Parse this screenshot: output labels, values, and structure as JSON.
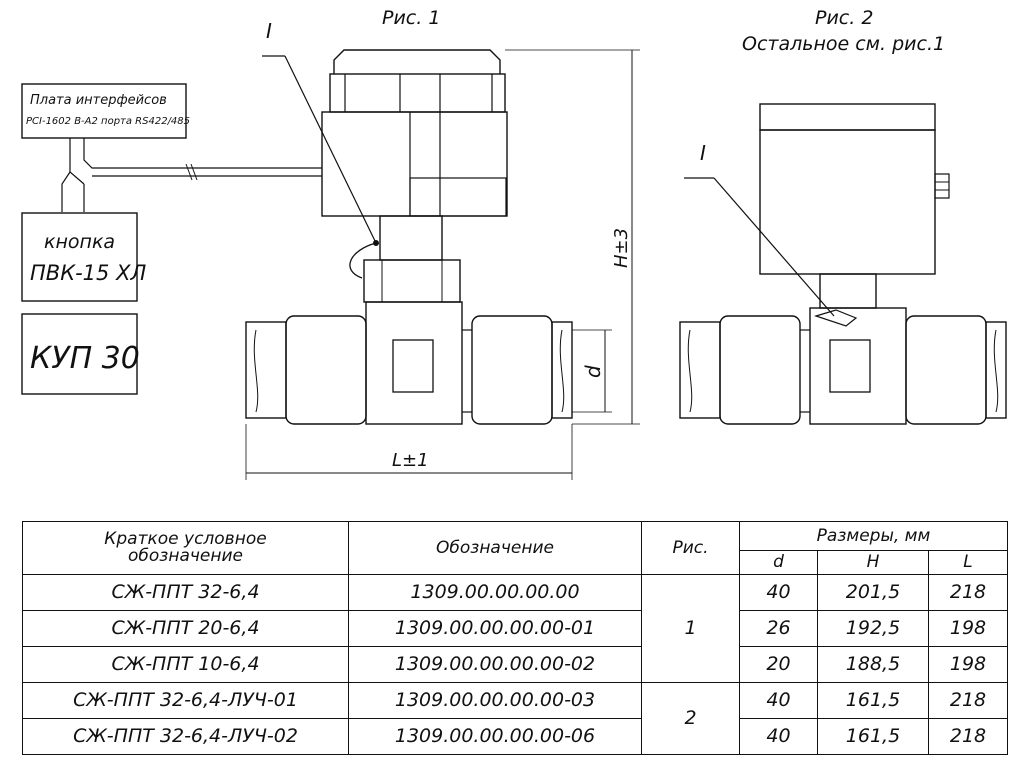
{
  "fig1": {
    "caption": "Рис. 1",
    "callout": "I",
    "interface_board_line1": "Плата интерфейсов",
    "interface_board_line2": "РСI-1602 В-А2 порта RS422/485",
    "button_line1": "кнопка",
    "button_line2": "ПВК-15 ХЛ",
    "kup": "КУП 30",
    "dim_h": "H±3",
    "dim_d": "d",
    "dim_l": "L±1"
  },
  "fig2": {
    "caption_line1": "Рис. 2",
    "caption_line2": "Остальное см. рис.1",
    "callout": "I"
  },
  "table": {
    "headers": {
      "short_name_line1": "Краткое условное",
      "short_name_line2": "обозначение",
      "designation": "Обозначение",
      "fig": "Рис.",
      "dimensions": "Размеры, мм",
      "d": "d",
      "h": "H",
      "l": "L"
    },
    "rows": [
      {
        "name": "СЖ-ППТ 32-6,4",
        "designation": "1309.00.00.00.00",
        "d": "40",
        "h": "201,5",
        "l": "218"
      },
      {
        "name": "СЖ-ППТ 20-6,4",
        "designation": "1309.00.00.00.00-01",
        "d": "26",
        "h": "192,5",
        "l": "198"
      },
      {
        "name": "СЖ-ППТ 10-6,4",
        "designation": "1309.00.00.00.00-02",
        "d": "20",
        "h": "188,5",
        "l": "198"
      },
      {
        "name": "СЖ-ППТ 32-6,4-ЛУЧ-01",
        "designation": "1309.00.00.00.00-03",
        "d": "40",
        "h": "161,5",
        "l": "218"
      },
      {
        "name": "СЖ-ППТ 32-6,4-ЛУЧ-02",
        "designation": "1309.00.00.00.00-06",
        "d": "40",
        "h": "161,5",
        "l": "218"
      }
    ],
    "fig_groups": [
      "1",
      "2"
    ]
  }
}
